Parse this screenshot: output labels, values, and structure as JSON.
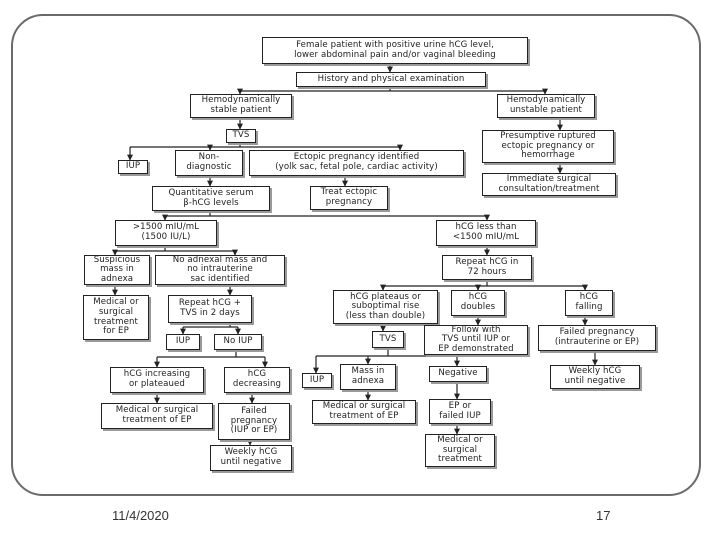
{
  "flowchart": {
    "nodes": {
      "start": "Female patient with positive urine hCG level,\nlower abdominal pain and/or vaginal bleeding",
      "history": "History and physical examination",
      "stable": "Hemodynamically\nstable patient",
      "unstable": "Hemodynamically\nunstable patient",
      "tvs_1": "TVS",
      "presumptive": "Presumptive ruptured\nectopic pregnancy or\nhemorrhage",
      "immediate": "Immediate surgical\nconsultation/treatment",
      "iup_1": "IUP",
      "nondiagnostic": "Non-\ndiagnostic",
      "ectopic_identified": "Ectopic pregnancy identified\n(yolk sac, fetal pole, cardiac activity)",
      "quantitative": "Quantitative serum\nβ-hCG levels",
      "treat_ectopic": "Treat ectopic\npregnancy",
      "gt1500": ">1500 mIU/mL\n(1500 IU/L)",
      "lt1500": "hCG less than\n<1500 mIU/mL",
      "suspicious": "Suspicious\nmass in\nadnexa",
      "no_adnexal": "No adnexal mass and\nno intrauterine\nsac identified",
      "repeat72": "Repeat hCG in\n72 hours",
      "med_surg_ep_1": "Medical or\nsurgical\ntreatment\nfor EP",
      "repeat2days": "Repeat hCG +\nTVS in 2 days",
      "plateaus": "hCG plateaus or\nsuboptimal rise\n(less than double)",
      "doubles": "hCG\ndoubles",
      "falling": "hCG\nfalling",
      "iup_2": "IUP",
      "no_iup": "No IUP",
      "tvs_2": "TVS",
      "follow": "Follow with\nTVS until IUP or\nEP demonstrated",
      "failed_1": "Failed pregnancy\n(intrauterine or EP)",
      "hcg_increasing": "hCG increasing\nor plateaued",
      "hcg_decreasing": "hCG\ndecreasing",
      "iup_3": "IUP",
      "mass_adnexa": "Mass in\nadnexa",
      "negative": "Negative",
      "weekly_1": "Weekly hCG\nuntil negative",
      "med_surg_ep_2": "Medical or surgical\ntreatment of EP",
      "failed_2": "Failed\npregnancy\n(IUP or EP)",
      "med_surg_ep_3": "Medical or surgical\ntreatment of EP",
      "ep_failed_iup": "EP or\nfailed IUP",
      "weekly_2": "Weekly hCG\nuntil negative",
      "med_surg_treatment": "Medical or\nsurgical\ntreatment"
    }
  },
  "footer": {
    "date": "11/4/2020",
    "page_number": "17"
  }
}
